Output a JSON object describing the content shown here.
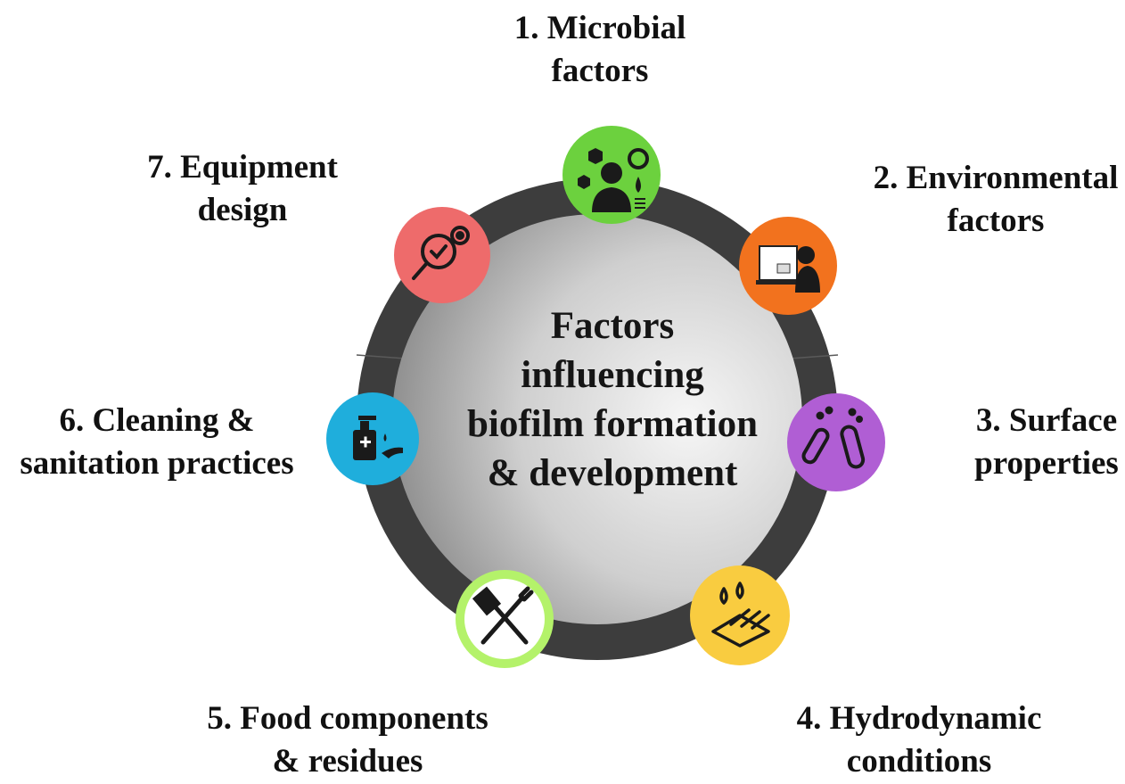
{
  "center_title": {
    "line1": "Factors",
    "line2": "influencing",
    "line3": "biofilm formation",
    "line4": "& development"
  },
  "factors": [
    {
      "line1": "1. Microbial",
      "line2": "factors",
      "icon": "microbe-scientist-icon",
      "color": "#6cd13e"
    },
    {
      "line1": "2. Environmental",
      "line2": "factors",
      "icon": "lab-worker-icon",
      "color": "#f2721e"
    },
    {
      "line1": "3. Surface",
      "line2": "properties",
      "icon": "test-tubes-icon",
      "color": "#b05ed4"
    },
    {
      "line1": "4. Hydrodynamic",
      "line2": "conditions",
      "icon": "water-flow-icon",
      "color": "#f9cc40"
    },
    {
      "line1": "5. Food components",
      "line2": "& residues",
      "icon": "grill-utensils-icon",
      "color": "#b4f26a"
    },
    {
      "line1": "6. Cleaning &",
      "line2": "sanitation practices",
      "icon": "hand-sanitizer-icon",
      "color": "#1faedc"
    },
    {
      "line1": "7. Equipment",
      "line2": "design",
      "icon": "magnifier-gear-icon",
      "color": "#ee6b6b"
    }
  ],
  "colors": {
    "ring": "#3d3d3d",
    "center_light": "#f2f2f2",
    "center_dark": "#8e8e8e",
    "text": "#111111"
  }
}
